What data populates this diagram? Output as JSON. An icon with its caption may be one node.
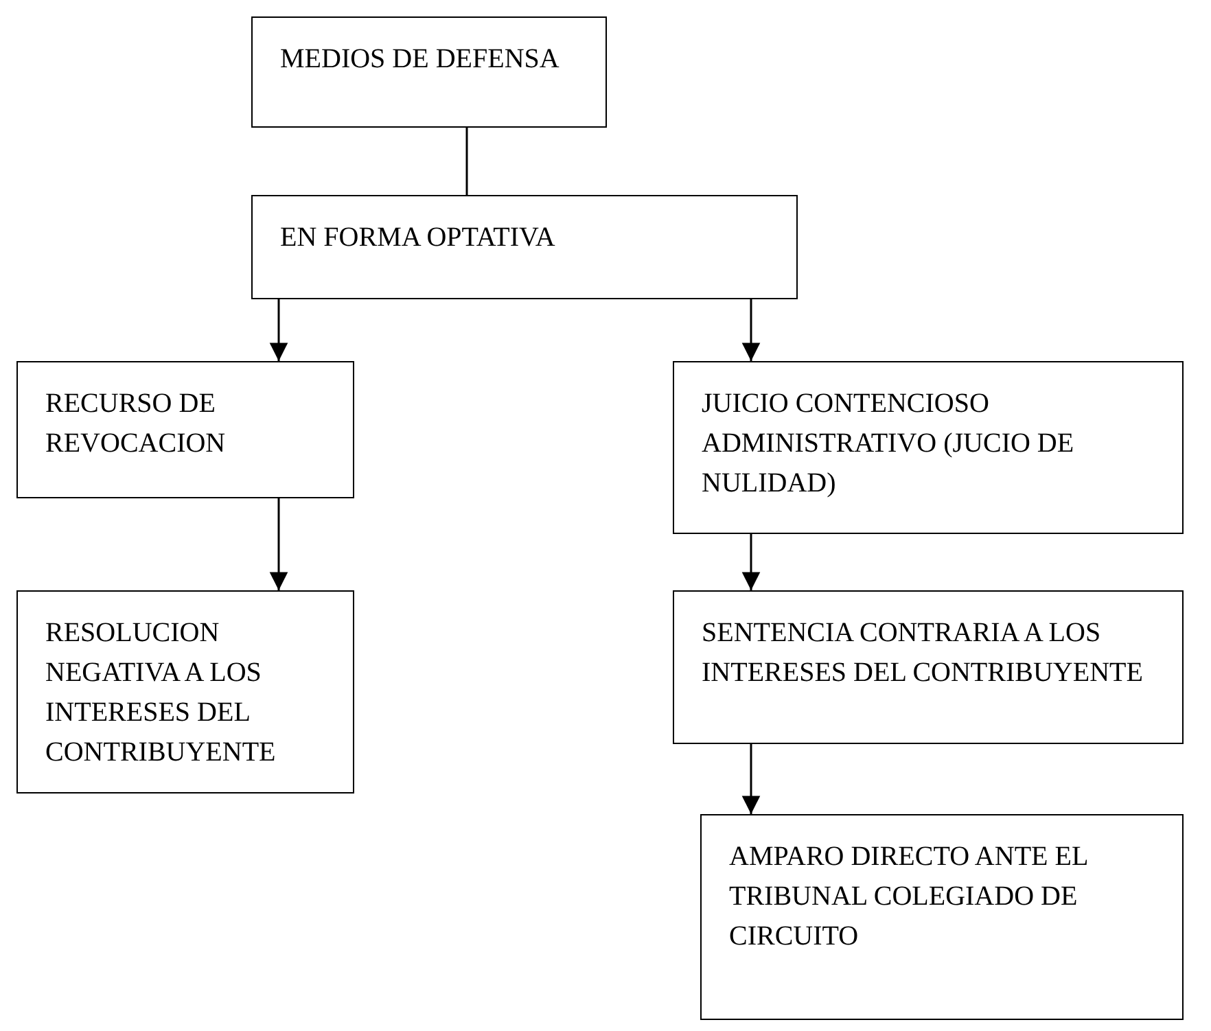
{
  "diagram": {
    "nodes": [
      {
        "text": [
          "MEDIOS DE DEFENSA"
        ]
      },
      {
        "text": [
          "EN FORMA OPTATIVA"
        ]
      },
      {
        "text": [
          "RECURSO DE REVOCACION"
        ]
      },
      {
        "text": [
          "JUICIO CONTENCIOSO ADMINISTRATIVO (JUCIO DE NULIDAD)"
        ]
      },
      {
        "text": [
          "RESOLUCION NEGATIVA A LOS INTERESES DEL CONTRIBUYENTE"
        ]
      },
      {
        "text": [
          "SENTENCIA CONTRARIA A LOS INTERESES DEL CONTRIBUYENTE"
        ]
      },
      {
        "text": [
          "AMPARO DIRECTO ANTE EL TRIBUNAL COLEGIADO DE CIRCUITO"
        ]
      }
    ],
    "edges": [
      {
        "from": 0,
        "to": 1,
        "arrow": "none"
      },
      {
        "from": 1,
        "to": 2,
        "arrow": "to"
      },
      {
        "from": 1,
        "to": 3,
        "arrow": "to"
      },
      {
        "from": 2,
        "to": 4,
        "arrow": "to"
      },
      {
        "from": 3,
        "to": 5,
        "arrow": "to"
      },
      {
        "from": 5,
        "to": 6,
        "arrow": "to"
      }
    ]
  }
}
